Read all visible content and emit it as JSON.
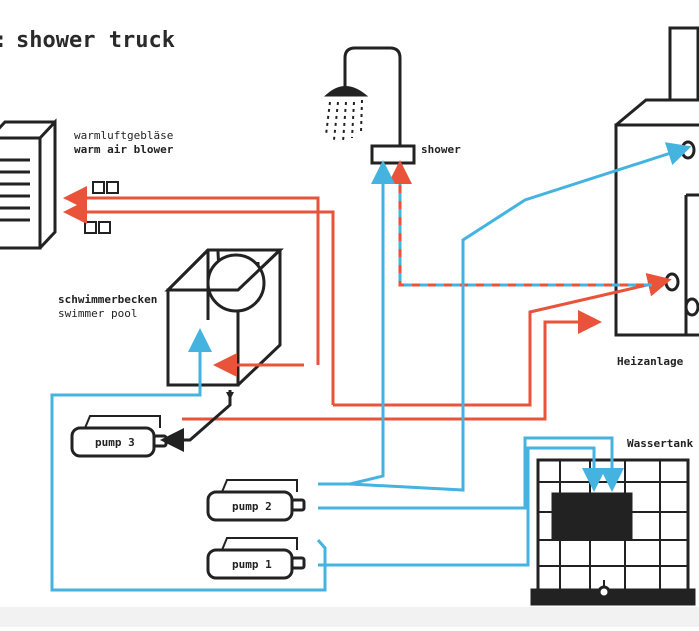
{
  "title": "shower truck",
  "labels": {
    "warm_air_blower_de": "warmluftgebläse",
    "warm_air_blower_en": "warm air blower",
    "pool_de": "schwimmerbecken",
    "pool_en": "swimmer pool",
    "shower": "shower",
    "heater": "Heizanlage",
    "water_tank": "Wassertank",
    "pump1": "pump 1",
    "pump2": "pump 2",
    "pump3": "pump 3"
  },
  "colors": {
    "hot": "#e8533a",
    "cold": "#45b3e0",
    "outline": "#222222",
    "return": "#222222"
  }
}
